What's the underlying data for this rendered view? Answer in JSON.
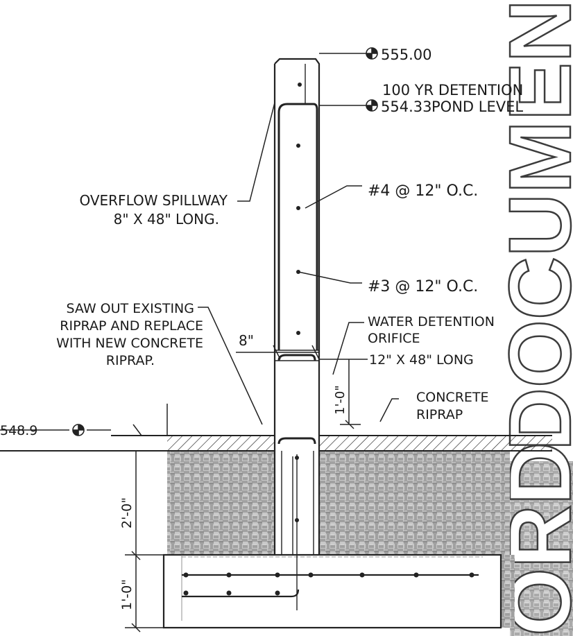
{
  "elevations": {
    "top_wall": "555.00",
    "detention_level": "554.33",
    "detention_caption_1": "100 YR DETENTION",
    "detention_caption_2": "POND LEVEL",
    "riprap_grade": "548.9"
  },
  "callouts": {
    "spillway_1": "OVERFLOW SPILLWAY",
    "spillway_2": "8\" X 48\" LONG.",
    "vert_rebar": "#4 @ 12\" O.C.",
    "horiz_rebar": "#3 @ 12\" O.C.",
    "saw_1": "SAW OUT EXISTING",
    "saw_2": "RIPRAP AND REPLACE",
    "saw_3": "WITH NEW CONCRETE",
    "saw_4": "RIPRAP.",
    "orifice_1": "WATER DETENTION",
    "orifice_2": "ORIFICE",
    "orifice_3": "12\" X 48\" LONG",
    "concrete_1": "CONCRETE",
    "concrete_2": "RIPRAP"
  },
  "dimensions": {
    "wall_thickness": "8\"",
    "orifice_height": "1'-0\"",
    "stem_depth": "2'-0\"",
    "footing_depth": "1'-0\""
  },
  "watermark": {
    "line_1": "DOCUMENTS",
    "line_2": "ORD"
  }
}
